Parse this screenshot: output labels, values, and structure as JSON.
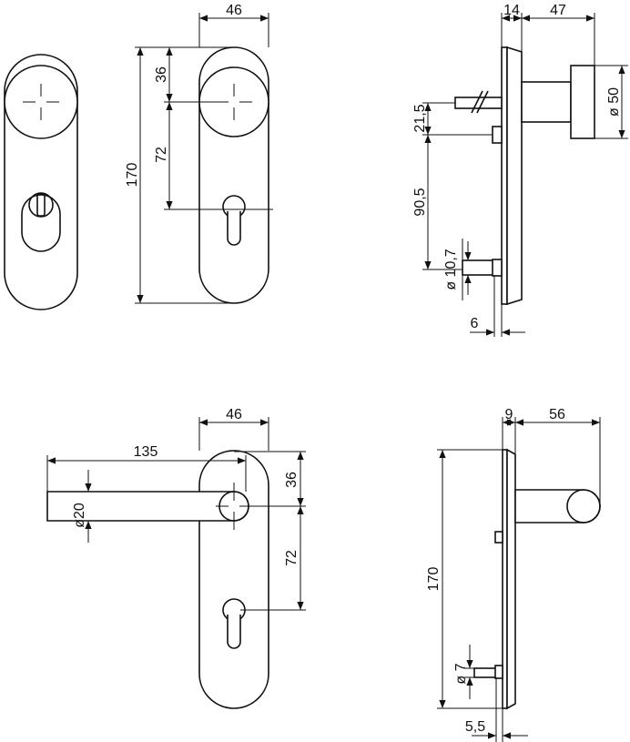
{
  "drawing": {
    "line_color": "#111111",
    "background": "#ffffff"
  },
  "dimensions": {
    "view_a": {
      "width": "46",
      "knob_offset": "36",
      "spindle_to_cylinder": "72",
      "overall_height": "170"
    },
    "view_b": {
      "plate": "14",
      "knob_projection": "47",
      "knob_dia": "ø 50",
      "upper": "21,5",
      "middle": "90,5",
      "pin_dia": "ø 10,7",
      "pin_len": "6"
    },
    "view_c": {
      "width": "46",
      "lever_length": "135",
      "lever_dia": "ø20",
      "lever_offset": "36",
      "spindle_to_cylinder": "72"
    },
    "view_d": {
      "plate": "9",
      "lever_projection": "56",
      "overall_height": "170",
      "pin_dia": "ø 7",
      "pin_len": "5,5"
    }
  }
}
